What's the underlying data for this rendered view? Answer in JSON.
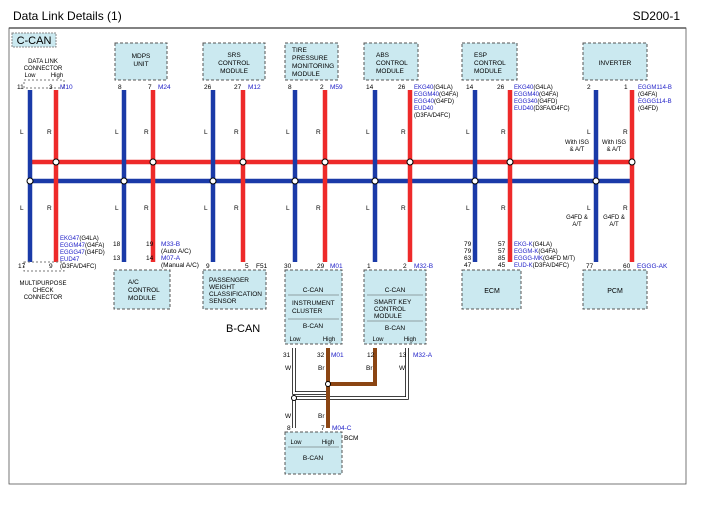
{
  "header": {
    "title": "Data Link Details (1)",
    "code": "SD200-1"
  },
  "sections": {
    "ccan": "C-CAN",
    "bcan": "B-CAN"
  },
  "colors": {
    "can_low": "#1a3aa8",
    "can_high": "#ee2a2a",
    "bcan_wire": "#8b4513",
    "module_fill": "#cbe9f0",
    "ccan_tag": "#cbe9f0",
    "link_text": "#2020c8"
  },
  "wire_labels": {
    "low": "L",
    "high": "R",
    "brown": "Br",
    "white": "W"
  },
  "top_modules": {
    "mdps": [
      "MDPS",
      "UNIT"
    ],
    "srs": [
      "SRS",
      "CONTROL",
      "MODULE"
    ],
    "tpms": [
      "TIRE",
      "PRESSURE",
      "MONITORING",
      "MODULE"
    ],
    "abs": [
      "ABS",
      "CONTROL",
      "MODULE"
    ],
    "esp": [
      "ESP",
      "CONTROL",
      "MODULE"
    ],
    "inverter": [
      "INVERTER"
    ]
  },
  "dlc": {
    "title": [
      "DATA LINK",
      "CONNECTOR"
    ],
    "low": "Low",
    "high": "High",
    "pin_low": "11",
    "pin_high": "3",
    "conn": "M10"
  },
  "top_pins": {
    "mdps_l": "8",
    "mdps_r": "7",
    "mdps_conn": "M24",
    "srs_l": "26",
    "srs_r": "27",
    "srs_conn": "M12",
    "tpms_l": "8",
    "tpms_r": "2",
    "tpms_conn": "M59",
    "abs_l": "14",
    "abs_r": "26",
    "esp_l": "14",
    "esp_r": "26",
    "inv_l": "2",
    "inv_r": "1"
  },
  "abs_conns": [
    {
      "c": "EKG40",
      "v": "(G4LA)"
    },
    {
      "c": "EGGM40",
      "v": "(G4FA)"
    },
    {
      "c": "EGG40",
      "v": "(G4FD)"
    },
    {
      "c": "EUD40",
      "v": ""
    },
    {
      "c": "",
      "v": "(D3FA/D4FC)"
    }
  ],
  "esp_conns": [
    {
      "c": "EKG40",
      "v": "(G4LA)"
    },
    {
      "c": "EGGM40",
      "v": "(G4FA)"
    },
    {
      "c": "EGG340",
      "v": "(G4FD)"
    },
    {
      "c": "EUD40",
      "v": "(D3FA/D4FC)"
    }
  ],
  "inv_conns": [
    {
      "c": "EGGM114-B",
      "v": ""
    },
    {
      "c": "",
      "v": "(G4FA)"
    },
    {
      "c": "EGGG114-B",
      "v": ""
    },
    {
      "c": "",
      "v": "(G4FD)"
    }
  ],
  "isg_note": [
    "With ISG",
    "& A/T"
  ],
  "g4fd_note": [
    "G4FD &",
    "A/T"
  ],
  "bottom_left_conns": [
    {
      "c": "EKG47",
      "v": "(G4LA)"
    },
    {
      "c": "EGGM47",
      "v": "(G4FA)"
    },
    {
      "c": "EGGG47",
      "v": "(G4FD)"
    },
    {
      "c": "EUD47",
      "v": ""
    },
    {
      "c": "",
      "v": "(D3FA/D4FC)"
    }
  ],
  "dlc_bottom": {
    "pin_low": "17",
    "pin_high": "9",
    "name": [
      "MULTIPURPOSE",
      "CHECK",
      "CONNECTOR"
    ]
  },
  "aircon": {
    "pins": [
      "18",
      "13"
    ],
    "pins_r": [
      "19",
      "14"
    ],
    "conn1": "M33-B",
    "note1": "(Auto A/C)",
    "conn2": "M07-A",
    "note2": "(Manual A/C)",
    "name": [
      "A/C",
      "CONTROL",
      "MODULE"
    ]
  },
  "pwcs": {
    "pin_l": "9",
    "pin_r": "5",
    "conn": "F51",
    "name": [
      "PASSENGER",
      "WEIGHT",
      "CLASSIFICATION",
      "SENSOR"
    ]
  },
  "cluster": {
    "pin_l": "30",
    "pin_r": "29",
    "conn": "M01",
    "top": "C-CAN",
    "name": [
      "INSTRUMENT",
      "CLUSTER"
    ],
    "bottom": "B-CAN",
    "low": "Low",
    "high": "High",
    "b_pin_l": "31",
    "b_pin_r": "32",
    "b_conn": "M01"
  },
  "smartkey": {
    "pin_l": "1",
    "pin_r": "2",
    "conn": "M32-B",
    "top": "C-CAN",
    "low": "Low",
    "high": "High",
    "name": [
      "SMART KEY",
      "CONTROL",
      "MODULE"
    ],
    "bottom": "B-CAN",
    "b_pin_l": "12",
    "b_pin_r": "13",
    "b_conn": "M32-A"
  },
  "ecm": {
    "pins_l": [
      "79",
      "79",
      "63",
      "47"
    ],
    "pins_r": [
      "57",
      "57",
      "85",
      "45"
    ],
    "conns": [
      {
        "c": "EKG-K",
        "v": "(G4LA)"
      },
      {
        "c": "EGGM-K",
        "v": "(G4FA)"
      },
      {
        "c": "EGGG-MK",
        "v": "(G4FD M/T)"
      },
      {
        "c": "EUD-K",
        "v": "(D3FA/D4FC)"
      }
    ],
    "name": "ECM"
  },
  "pcm": {
    "pin_l": "77",
    "pin_r": "60",
    "conn": "EGGG-AK",
    "name": "PCM"
  },
  "bcm": {
    "pin_l": "8",
    "pin_r": "7",
    "conn": "M04-C",
    "low": "Low",
    "high": "High",
    "name": "B-CAN",
    "label": "BCM"
  }
}
